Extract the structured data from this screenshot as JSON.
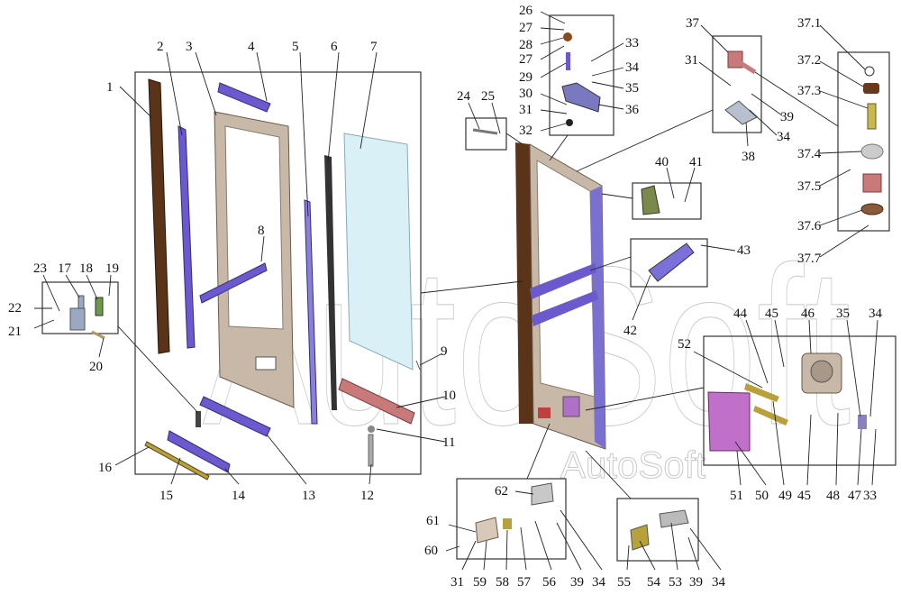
{
  "watermark": {
    "large": "AutoSoft",
    "small": "AutoSoft"
  },
  "colors": {
    "brown": "#5a3418",
    "purple": "#6a5acd",
    "tan": "#c8b8a8",
    "glass": "#d8f0f6",
    "pink": "#c87a7a",
    "green": "#6a9a4a",
    "gray": "#a8aab5"
  },
  "labels": {
    "l1": "1",
    "l2": "2",
    "l3": "3",
    "l4": "4",
    "l5": "5",
    "l6": "6",
    "l7": "7",
    "l8": "8",
    "l9": "9",
    "l10": "10",
    "l11": "11",
    "l12": "12",
    "l13": "13",
    "l14": "14",
    "l15": "15",
    "l16": "16",
    "l17": "17",
    "l18": "18",
    "l19": "19",
    "l20": "20",
    "l21": "21",
    "l22": "22",
    "l23": "23",
    "l24": "24",
    "l25": "25",
    "l26": "26",
    "l27": "27",
    "l28": "28",
    "l29": "29",
    "l30": "30",
    "l31": "31",
    "l32": "32",
    "l33": "33",
    "l34": "34",
    "l35": "35",
    "l36": "36",
    "l37": "37",
    "l38": "38",
    "l39": "39",
    "l40": "40",
    "l41": "41",
    "l42": "42",
    "l43": "43",
    "l44": "44",
    "l45": "45",
    "l46": "46",
    "l47": "47",
    "l48": "48",
    "l49": "49",
    "l50": "50",
    "l51": "51",
    "l52": "52",
    "l53": "53",
    "l54": "54",
    "l55": "55",
    "l56": "56",
    "l57": "57",
    "l58": "58",
    "l59": "59",
    "l60": "60",
    "l61": "61",
    "l62": "62",
    "l37_1": "37.1",
    "l37_2": "37.2",
    "l37_3": "37.3",
    "l37_4": "37.4",
    "l37_5": "37.5",
    "l37_6": "37.6",
    "l37_7": "37.7"
  }
}
